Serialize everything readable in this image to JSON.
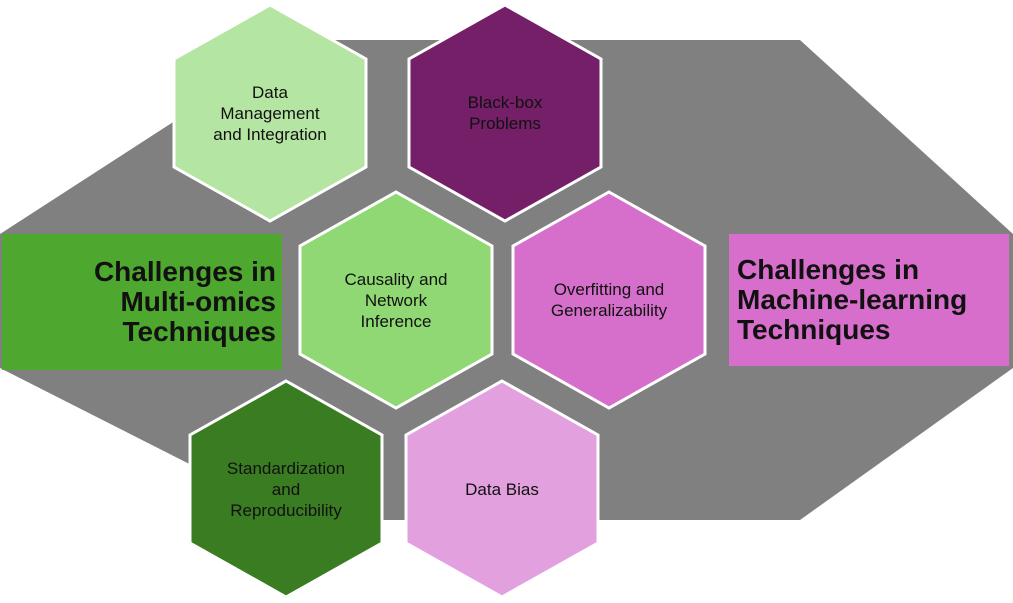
{
  "colors": {
    "background_shape": "#808080",
    "hex_border": "#ffffff",
    "left_box": "#4ea72e",
    "right_box": "#d86ecc"
  },
  "hexagons": [
    {
      "id": "data-management",
      "label": "Data\nManagement\nand Integration",
      "fill": "#b5e5a2"
    },
    {
      "id": "black-box",
      "label": "Black-box\nProblems",
      "fill": "#761f69"
    },
    {
      "id": "causality",
      "label": "Causality and\nNetwork\nInference",
      "fill": "#8fd873"
    },
    {
      "id": "overfitting",
      "label": "Overfitting and\nGeneralizability",
      "fill": "#d66fcb"
    },
    {
      "id": "standardization",
      "label": "Standardization\nand\nReproducibility",
      "fill": "#3a7c22"
    },
    {
      "id": "data-bias",
      "label": "Data Bias",
      "fill": "#e3a0df"
    }
  ],
  "left_box": {
    "label": "Challenges in\nMulti-omics\nTechniques"
  },
  "right_box": {
    "label": "Challenges in\nMachine-learning\nTechniques"
  }
}
